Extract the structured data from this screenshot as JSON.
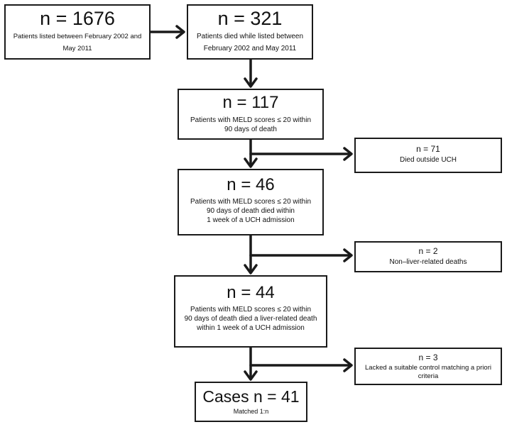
{
  "flow": {
    "box1": {
      "count": "n = 1676",
      "lines": [
        "Patients listed between February 2002 and",
        "May 2011"
      ]
    },
    "box2": {
      "count": "n = 321",
      "lines": [
        "Patients died while listed between",
        "February 2002 and May 2011"
      ]
    },
    "box3": {
      "count": "n = 117",
      "lines": [
        "Patients with MELD scores ≤ 20 within",
        "90 days of death"
      ]
    },
    "box4": {
      "count": "n = 46",
      "lines": [
        "Patients with MELD scores ≤ 20 within",
        "90 days of death died within",
        "1 week of a UCH admission"
      ]
    },
    "box5": {
      "count": "n = 44",
      "lines": [
        "Patients with MELD scores ≤ 20 within",
        "90 days of death died a liver-related death",
        "within 1 week of a UCH admission"
      ]
    },
    "box6": {
      "count": "Cases n = 41",
      "lines": [
        "Matched 1:n"
      ]
    },
    "excl1": {
      "count": "n = 71",
      "lines": [
        "Died outside UCH"
      ]
    },
    "excl2": {
      "count": "n = 2",
      "lines": [
        "Non–liver-related deaths"
      ]
    },
    "excl3": {
      "count": "n = 3",
      "lines": [
        "Lacked a suitable control matching a priori",
        "criteria"
      ]
    }
  }
}
